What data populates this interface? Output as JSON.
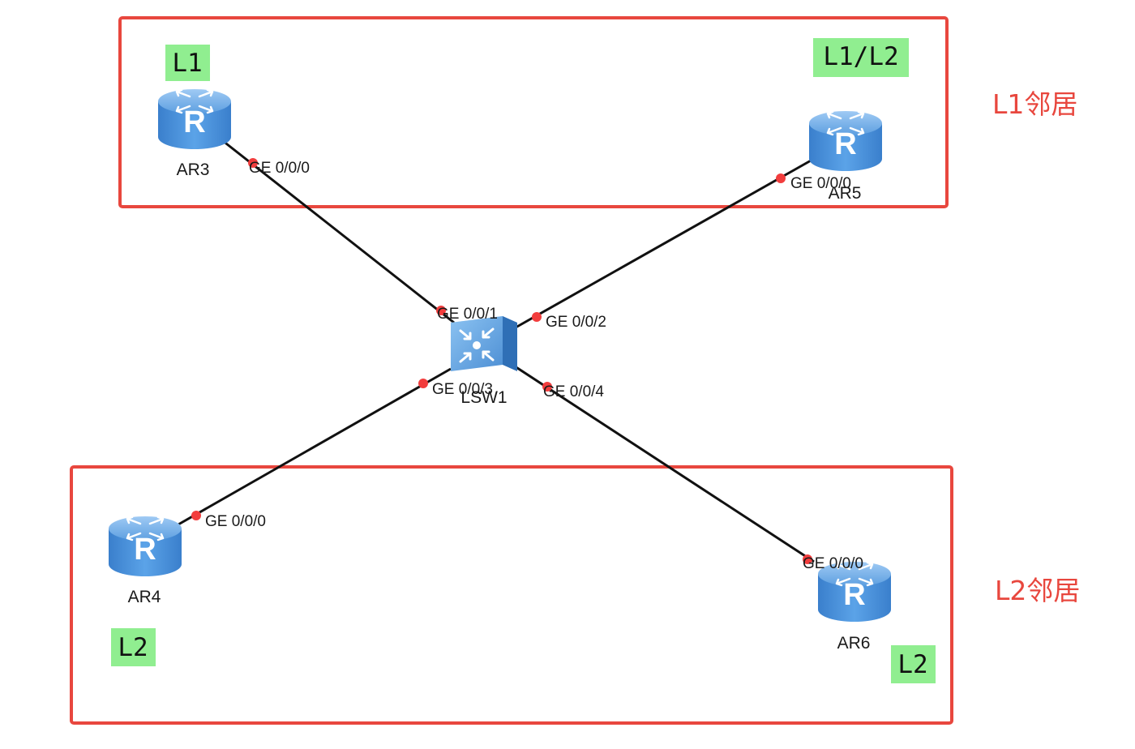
{
  "colors": {
    "accent": "#e8473e",
    "level_badge": "#90ee90",
    "link": "#111111",
    "port_dot": "#f23d3d",
    "router_body": "#4f92d8"
  },
  "devices": {
    "ar3": {
      "name": "AR3",
      "level": "L1",
      "icon": "router-icon"
    },
    "ar5": {
      "name": "AR5",
      "level": "L1/L2",
      "icon": "router-icon"
    },
    "ar4": {
      "name": "AR4",
      "level": "L2",
      "icon": "router-icon"
    },
    "ar6": {
      "name": "AR6",
      "level": "L2",
      "icon": "router-icon"
    },
    "lsw1": {
      "name": "LSW1",
      "icon": "switch-icon"
    }
  },
  "links": [
    {
      "from": "AR3",
      "from_port": "GE 0/0/0",
      "to": "LSW1",
      "to_port": "GE 0/0/1"
    },
    {
      "from": "AR5",
      "from_port": "GE 0/0/0",
      "to": "LSW1",
      "to_port": "GE 0/0/2"
    },
    {
      "from": "AR4",
      "from_port": "GE 0/0/0",
      "to": "LSW1",
      "to_port": "GE 0/0/3"
    },
    {
      "from": "AR6",
      "from_port": "GE 0/0/0",
      "to": "LSW1",
      "to_port": "GE 0/0/4"
    }
  ],
  "groups": {
    "top": {
      "label": "L1邻居"
    },
    "bottom": {
      "label": "L2邻居"
    }
  }
}
